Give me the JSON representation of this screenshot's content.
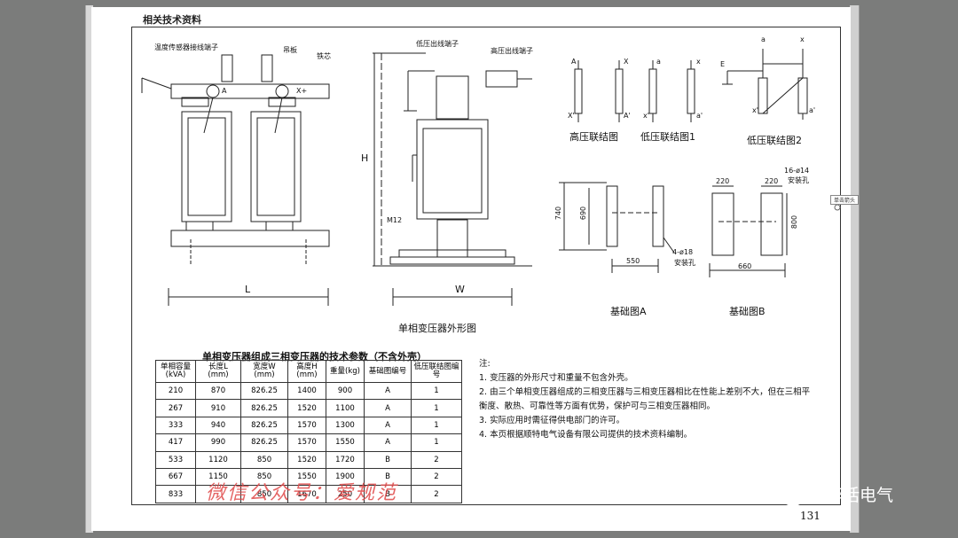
{
  "page": {
    "header": "相关技术资料",
    "page_number": "131",
    "tag_label": "单击箭头"
  },
  "drawing_left": {
    "label_temp_sensor": "温度传感器接线端子",
    "label_lifting": "吊板",
    "label_iron_core": "铁芯",
    "label_A": "A",
    "label_Xplus": "X+",
    "dim_L": "L"
  },
  "drawing_mid": {
    "label_lv_terminal": "低压出线端子",
    "label_hv_terminal": "高压出线端子",
    "label_H": "H",
    "label_M12": "M12",
    "dim_W": "W",
    "caption": "单相变压器外形图"
  },
  "wiring": {
    "hv_caption": "高压联结图",
    "lv1_caption": "低压联结图1",
    "lv2_caption": "低压联结图2",
    "terms_hv": [
      "A",
      "X",
      "X'",
      "A'"
    ],
    "terms_lv1": [
      "a",
      "x",
      "x'",
      "a'"
    ],
    "terms_lv2": [
      "a",
      "x",
      "E",
      "x'",
      "a'"
    ]
  },
  "foundation": {
    "a_caption": "基础图A",
    "b_caption": "基础图B",
    "a_dim_740": "740",
    "a_dim_690": "690",
    "a_dim_550": "550",
    "a_holes": "4-ø18",
    "a_holes_note": "安装孔",
    "b_dim_220a": "220",
    "b_dim_220b": "220",
    "b_holes": "16-ø14",
    "b_holes_note": "安装孔",
    "b_dim_800": "800",
    "b_dim_660": "660"
  },
  "table": {
    "title": "单相变压器组成三相变压器的技术参数（不含外壳）",
    "headers": [
      [
        "单相容量",
        "(kVA)"
      ],
      [
        "长度L",
        "(mm)"
      ],
      [
        "宽度W",
        "(mm)"
      ],
      [
        "高度H",
        "(mm)"
      ],
      [
        "重量(kg)",
        ""
      ],
      [
        "基础图编号",
        ""
      ],
      [
        "低压联结图编号",
        ""
      ]
    ],
    "rows": [
      [
        "210",
        "870",
        "826.25",
        "1400",
        "900",
        "A",
        "1"
      ],
      [
        "267",
        "910",
        "826.25",
        "1520",
        "1100",
        "A",
        "1"
      ],
      [
        "333",
        "940",
        "826.25",
        "1570",
        "1300",
        "A",
        "1"
      ],
      [
        "417",
        "990",
        "826.25",
        "1570",
        "1550",
        "A",
        "1"
      ],
      [
        "533",
        "1120",
        "850",
        "1520",
        "1720",
        "B",
        "2"
      ],
      [
        "667",
        "1150",
        "850",
        "1550",
        "1900",
        "B",
        "2"
      ],
      [
        "833",
        "",
        "850",
        "1670",
        "250",
        "B",
        "2"
      ]
    ]
  },
  "notes": {
    "title": "注:",
    "items": [
      "1. 变压器的外形尺寸和重量不包含外壳。",
      "2. 由三个单相变压器组成的三相变压器与三相变压器相比在性能上差别不大，但在三相平",
      "   衡度、散热、可靠性等方面有优势，保护可与三相变压器相同。",
      "3. 实际应用时需征得供电部门的许可。",
      "4. 本页根据顺特电气设备有限公司提供的技术资料编制。"
    ]
  },
  "watermark": "微信公众号：爱规范",
  "wechat_account": "炳华话电气"
}
